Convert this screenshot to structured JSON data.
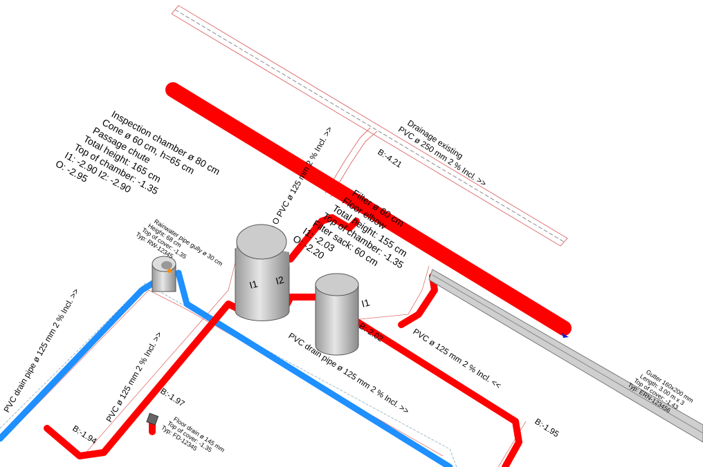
{
  "colors": {
    "pressure_pipe": "#ff0000",
    "rainwater_pipe": "#1e90ff",
    "existing_outline": "#e07070",
    "chamber": "#c8c8c8",
    "gutter": "#bdbdbd"
  },
  "inspection_chamber": {
    "lines": [
      "Inspection chamber ø 80 cm",
      "Cone ø 60 cm, h=65 cm",
      "Passage chute",
      "Total height: 165 cm",
      "Top of chamber: -1.35",
      "I1: -2.90 I2: -2.90",
      "O: -2.95"
    ],
    "inlet1": "I1",
    "inlet2": "I2"
  },
  "filter": {
    "lines": [
      "Filter ø 60 cm",
      "Floor elbow",
      "Total height: 155 cm",
      "Top of chamber: -1.35",
      "Filter sack: 60 cm",
      "I1: -2.03",
      "O: -2.20"
    ],
    "inlet1": "I1"
  },
  "drainage_existing": {
    "title": "Drainage existing",
    "spec": "PVC ø 250 mm  2 % Incl. >>",
    "bottom": "B:-4.21"
  },
  "rainwater_gully": {
    "lines": [
      "Rainwater pipe gully ø 30 cm",
      "Height: 68 cm",
      "Top of cover: -1.35",
      "Typ: RW-12345"
    ]
  },
  "floor_drain": {
    "lines": [
      "Floor drain ø 145 mm",
      "Top of cover: -1.35",
      "Typ: FD-12345"
    ]
  },
  "gutter": {
    "lines": [
      "Gutter 160x200 mm",
      "Length: 3.00 m x 3",
      "Top of cover: -1.43",
      "Typ: ERN-123456"
    ]
  },
  "pipe_labels": {
    "outlet_vertical": "O PVC ø 125 mm  2 % Incl. >>",
    "filter_outlet": "PVC ø 125 mm  2 % Incl. <<",
    "drain_main": "PVC drain pipe ø 125 mm  2 % Incl. >>",
    "drain_left": "PVC drain pipe ø 125 mm  2 % Incl. >>",
    "pvc_left": "PVC ø 125 mm  2 % Incl. >>"
  },
  "bottom_levels": {
    "b1": "B:-2.02",
    "b2": "B:-1.97",
    "b3": "B:-1.94",
    "b4": "B:-1.95"
  }
}
